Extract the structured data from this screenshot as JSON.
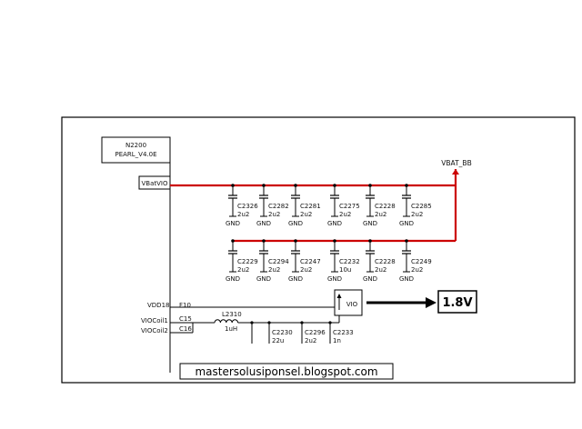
{
  "ic": {
    "name": "N2200",
    "part": "PEARL_V4.0E",
    "pin_vbatvio": "VBatVIO",
    "pin_vdd18": "VDD18",
    "pin_vdd18_ball": "F10",
    "pin_viocoil1": "VIOCoil1",
    "pin_viocoil1_ball": "C15",
    "pin_viocoil2": "VIOCoil2",
    "pin_viocoil2_ball": "C16"
  },
  "rail_label": "VBAT_BB",
  "cap_row_1": [
    {
      "ref": "C2326",
      "value": "2u2",
      "gnd": "GND"
    },
    {
      "ref": "C2282",
      "value": "2u2",
      "gnd": "GND"
    },
    {
      "ref": "C2281",
      "value": "2u2",
      "gnd": "GND"
    },
    {
      "ref": "C2275",
      "value": "2u2",
      "gnd": "GND"
    },
    {
      "ref": "C2228",
      "value": "2u2",
      "gnd": "GND"
    },
    {
      "ref": "C2285",
      "value": "2u2",
      "gnd": "GND"
    }
  ],
  "cap_row_2": [
    {
      "ref": "C2229",
      "value": "2u2",
      "gnd": "GND"
    },
    {
      "ref": "C2294",
      "value": "2u2",
      "gnd": "GND"
    },
    {
      "ref": "C2247",
      "value": "2u2",
      "gnd": "GND"
    },
    {
      "ref": "C2232",
      "value": "10u",
      "gnd": "GND"
    },
    {
      "ref": "C2228",
      "value": "2u2",
      "gnd": "GND"
    },
    {
      "ref": "C2249",
      "value": "2u2",
      "gnd": "GND"
    }
  ],
  "inductor": {
    "ref": "L2310",
    "value": "1uH"
  },
  "cap_row_3": [
    {
      "ref": "C2230",
      "value": "22u"
    },
    {
      "ref": "C2296",
      "value": "2u2"
    },
    {
      "ref": "C2233",
      "value": "1n"
    }
  ],
  "vio_label": "VIO",
  "voltage_label": "1.8V",
  "watermark": "mastersolusiponsel.blogspot.com"
}
